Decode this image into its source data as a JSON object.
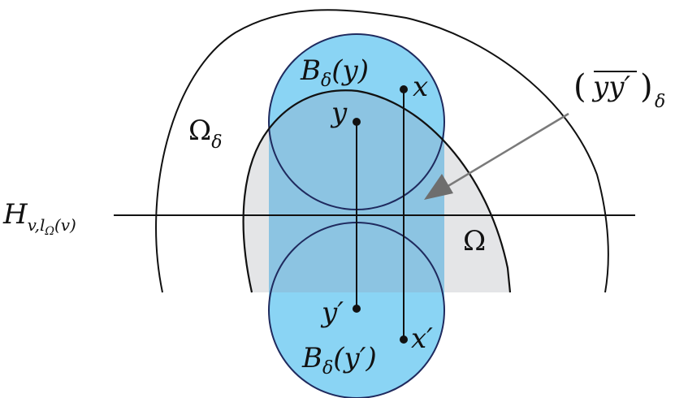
{
  "diagram": {
    "labels": {
      "ball_y": {
        "base": "B",
        "sub": "δ",
        "arg": "(y)"
      },
      "ball_yprime": {
        "base": "B",
        "sub": "δ",
        "arg": "(y′)"
      },
      "point_y": "y",
      "point_yprime": "y′",
      "point_x": "x",
      "point_xprime": "x′",
      "omega": "Ω",
      "omega_delta": {
        "base": "Ω",
        "sub": "δ"
      },
      "hyperplane": {
        "base": "H",
        "sub": "v,l",
        "subsub": "Ω",
        "tail": "(v)"
      },
      "tube": {
        "open": "(",
        "body": "yy′",
        "close": ")",
        "sub": "δ"
      }
    },
    "colors": {
      "ball_fill": "#8ad4f4",
      "tube_overlap_fill": "#8cc4e2",
      "omega_fill": "#e4e5e7",
      "stroke": "#111111",
      "ball_stroke": "#1f2a5e",
      "arrow": "#7a7a7a"
    }
  }
}
